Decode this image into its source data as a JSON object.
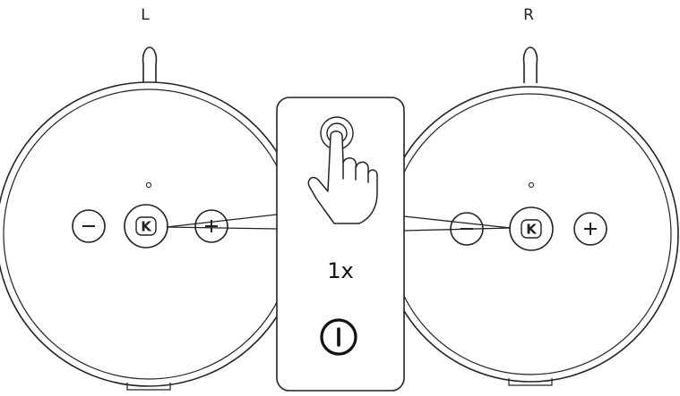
{
  "speakers": {
    "left": {
      "label": "L",
      "buttons": {
        "minus": "−",
        "brand": "K",
        "plus": "+"
      }
    },
    "right": {
      "label": "R",
      "buttons": {
        "minus": "−",
        "brand": "K",
        "plus": "+"
      }
    }
  },
  "instruction": {
    "press_count": "1x",
    "icons": [
      "finger-press-icon",
      "power-icon"
    ]
  },
  "colors": {
    "line": "#222222",
    "background": "#ffffff"
  }
}
